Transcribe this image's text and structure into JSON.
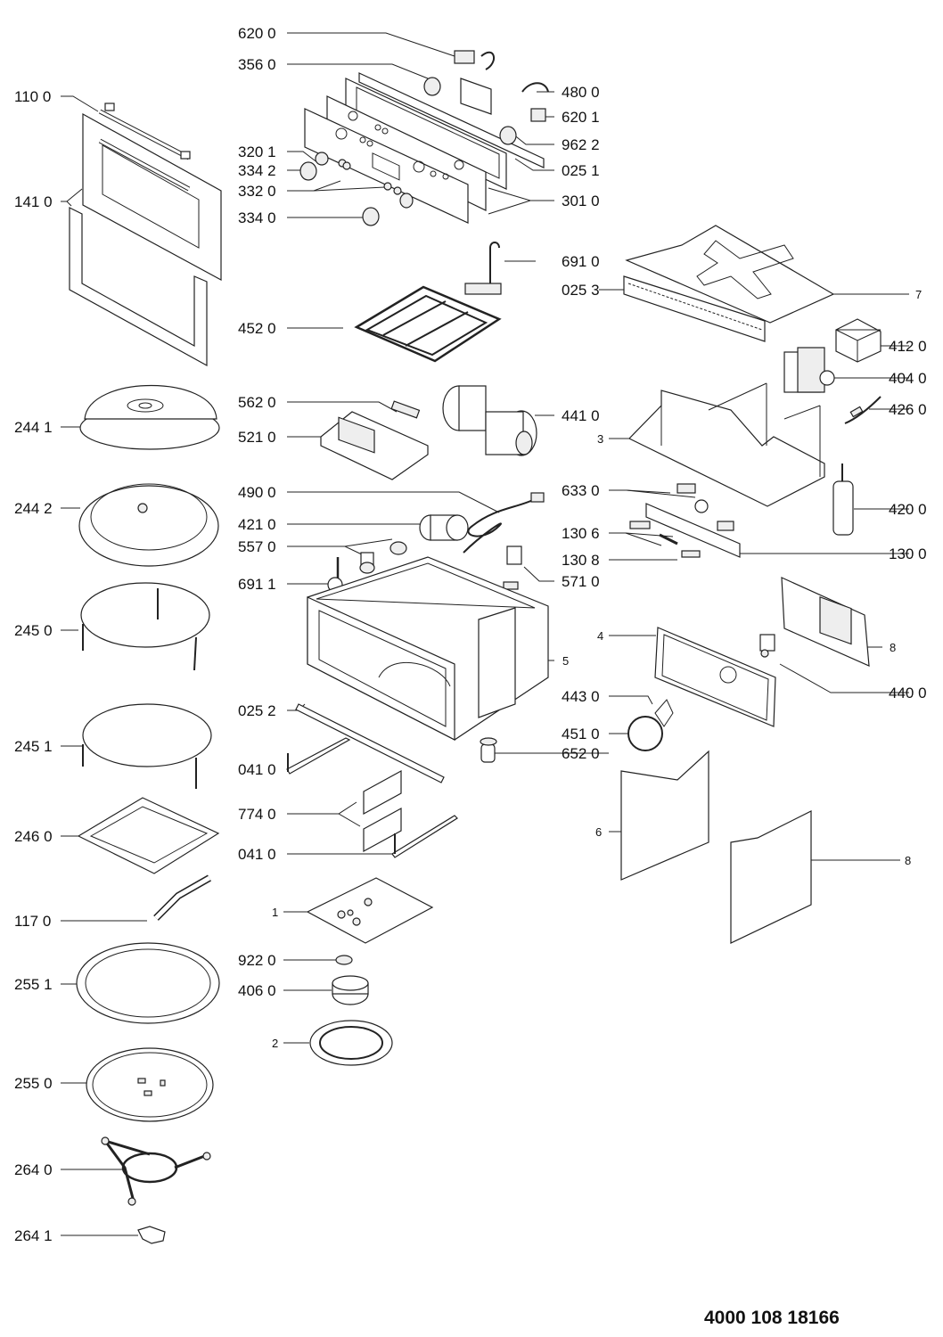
{
  "document_number": "4000 108 18166",
  "labels": [
    {
      "id": "l-6200",
      "text": "620 0"
    },
    {
      "id": "l-3560",
      "text": "356 0"
    },
    {
      "id": "l-4800",
      "text": "480 0"
    },
    {
      "id": "l-6201",
      "text": "620 1"
    },
    {
      "id": "l-9622",
      "text": "962 2"
    },
    {
      "id": "l-0251",
      "text": "025 1"
    },
    {
      "id": "l-3010",
      "text": "301 0"
    },
    {
      "id": "l-3201",
      "text": "320 1"
    },
    {
      "id": "l-3342",
      "text": "334 2"
    },
    {
      "id": "l-3320",
      "text": "332 0"
    },
    {
      "id": "l-3340",
      "text": "334 0"
    },
    {
      "id": "l-1100",
      "text": "110 0"
    },
    {
      "id": "l-1410",
      "text": "141 0"
    },
    {
      "id": "l-6910",
      "text": "691 0"
    },
    {
      "id": "l-0253",
      "text": "025 3"
    },
    {
      "id": "l-7",
      "text": "7"
    },
    {
      "id": "l-4520",
      "text": "452 0"
    },
    {
      "id": "l-4120",
      "text": "412 0"
    },
    {
      "id": "l-4040",
      "text": "404 0"
    },
    {
      "id": "l-4260",
      "text": "426 0"
    },
    {
      "id": "l-2441",
      "text": "244 1"
    },
    {
      "id": "l-5620",
      "text": "562 0"
    },
    {
      "id": "l-5210",
      "text": "521 0"
    },
    {
      "id": "l-4410",
      "text": "441 0"
    },
    {
      "id": "l-3",
      "text": "3"
    },
    {
      "id": "l-2442",
      "text": "244 2"
    },
    {
      "id": "l-4900",
      "text": "490 0"
    },
    {
      "id": "l-4210",
      "text": "421 0"
    },
    {
      "id": "l-5570",
      "text": "557 0"
    },
    {
      "id": "l-6911",
      "text": "691 1"
    },
    {
      "id": "l-6330",
      "text": "633 0"
    },
    {
      "id": "l-1306",
      "text": "130 6"
    },
    {
      "id": "l-1308",
      "text": "130 8"
    },
    {
      "id": "l-5710",
      "text": "571 0"
    },
    {
      "id": "l-4200",
      "text": "420 0"
    },
    {
      "id": "l-1300",
      "text": "130 0"
    },
    {
      "id": "l-2450",
      "text": "245 0"
    },
    {
      "id": "l-4",
      "text": "4"
    },
    {
      "id": "l-5",
      "text": "5"
    },
    {
      "id": "l-8a",
      "text": "8"
    },
    {
      "id": "l-4400",
      "text": "440 0"
    },
    {
      "id": "l-4430",
      "text": "443 0"
    },
    {
      "id": "l-4510",
      "text": "451 0"
    },
    {
      "id": "l-6520",
      "text": "652 0"
    },
    {
      "id": "l-0252",
      "text": "025 2"
    },
    {
      "id": "l-2451",
      "text": "245 1"
    },
    {
      "id": "l-0410a",
      "text": "041 0"
    },
    {
      "id": "l-7740",
      "text": "774 0"
    },
    {
      "id": "l-0410b",
      "text": "041 0"
    },
    {
      "id": "l-2460",
      "text": "246 0"
    },
    {
      "id": "l-6",
      "text": "6"
    },
    {
      "id": "l-8b",
      "text": "8"
    },
    {
      "id": "l-1",
      "text": "1"
    },
    {
      "id": "l-1170",
      "text": "117 0"
    },
    {
      "id": "l-9220",
      "text": "922 0"
    },
    {
      "id": "l-2551",
      "text": "255 1"
    },
    {
      "id": "l-4060",
      "text": "406 0"
    },
    {
      "id": "l-2",
      "text": "2"
    },
    {
      "id": "l-2550",
      "text": "255 0"
    },
    {
      "id": "l-2640",
      "text": "264 0"
    },
    {
      "id": "l-2641",
      "text": "264 1"
    }
  ]
}
